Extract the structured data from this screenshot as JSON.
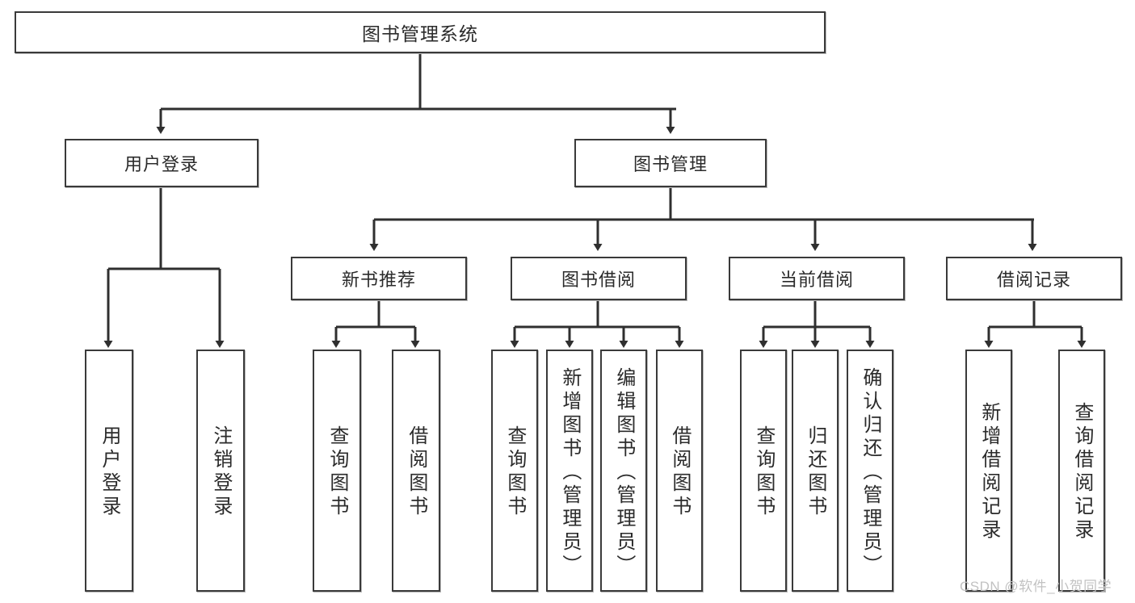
{
  "diagram": {
    "title": "图书管理系统",
    "type": "hierarchy-tree",
    "style": {
      "box_border": "#3a3a3a",
      "box_fill": "#ffffff",
      "edge_color": "#2f2f2f",
      "text_color": "#2b2b2b",
      "background": "#ffffff",
      "watermark_color": "#c2c2c2"
    },
    "levels": [
      {
        "level": 0,
        "nodes": [
          {
            "id": "root",
            "label": "图书管理系统",
            "orientation": "horizontal"
          }
        ]
      },
      {
        "level": 1,
        "nodes": [
          {
            "id": "login",
            "label": "用户登录",
            "orientation": "horizontal",
            "parent": "root"
          },
          {
            "id": "bookmgmt",
            "label": "图书管理",
            "orientation": "horizontal",
            "parent": "root"
          }
        ]
      },
      {
        "level": 2,
        "nodes": [
          {
            "id": "newbook",
            "label": "新书推荐",
            "orientation": "horizontal",
            "parent": "bookmgmt"
          },
          {
            "id": "borrow",
            "label": "图书借阅",
            "orientation": "horizontal",
            "parent": "bookmgmt"
          },
          {
            "id": "current",
            "label": "当前借阅",
            "orientation": "horizontal",
            "parent": "bookmgmt"
          },
          {
            "id": "records",
            "label": "借阅记录",
            "orientation": "horizontal",
            "parent": "bookmgmt"
          }
        ]
      },
      {
        "level": 3,
        "nodes": [
          {
            "id": "leaf1",
            "label": "用户登录",
            "orientation": "vertical",
            "parent": "login"
          },
          {
            "id": "leaf2",
            "label": "注销登录",
            "orientation": "vertical",
            "parent": "login"
          },
          {
            "id": "leaf3",
            "label": "查询图书",
            "orientation": "vertical",
            "parent": "newbook"
          },
          {
            "id": "leaf4",
            "label": "借阅图书",
            "orientation": "vertical",
            "parent": "newbook"
          },
          {
            "id": "leaf5",
            "label": "查询图书",
            "orientation": "vertical",
            "parent": "borrow"
          },
          {
            "id": "leaf6",
            "label": "新增图书（管理员）",
            "orientation": "vertical",
            "parent": "borrow"
          },
          {
            "id": "leaf7",
            "label": "编辑图书（管理员）",
            "orientation": "vertical",
            "parent": "borrow"
          },
          {
            "id": "leaf8",
            "label": "借阅图书",
            "orientation": "vertical",
            "parent": "borrow"
          },
          {
            "id": "leaf9",
            "label": "查询图书",
            "orientation": "vertical",
            "parent": "current"
          },
          {
            "id": "leaf10",
            "label": "归还图书",
            "orientation": "vertical",
            "parent": "current"
          },
          {
            "id": "leaf11",
            "label": "确认归还（管理员）",
            "orientation": "vertical",
            "parent": "current"
          },
          {
            "id": "leaf12",
            "label": "新增借阅记录",
            "orientation": "vertical",
            "parent": "records"
          },
          {
            "id": "leaf13",
            "label": "查询借阅记录",
            "orientation": "vertical",
            "parent": "records"
          }
        ]
      }
    ]
  },
  "watermark": {
    "text": "CSDN @软件_小贺同学"
  }
}
